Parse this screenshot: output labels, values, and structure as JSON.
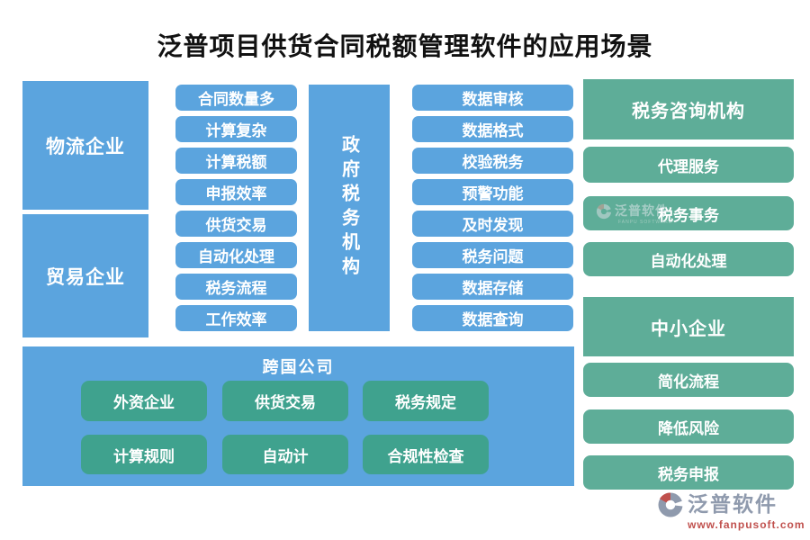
{
  "title": "泛普项目供货合同税额管理软件的应用场景",
  "colors": {
    "blue": "#5BA4DE",
    "green": "#5EAD98",
    "deep_green": "#3FA28E",
    "logo_gray": "#8F9AAD",
    "logo_red": "#C0504D"
  },
  "left_groups": [
    {
      "label": "物流企业",
      "items": [
        "合同数量多",
        "计算复杂",
        "计算税额",
        "申报效率"
      ]
    },
    {
      "label": "贸易企业",
      "items": [
        "供货交易",
        "自动化处理",
        "税务流程",
        "工作效率"
      ]
    }
  ],
  "center_block": {
    "label": "政府税务机构"
  },
  "center_items": [
    "数据审核",
    "数据格式",
    "校验税务",
    "预警功能",
    "及时发现",
    "税务问题",
    "数据存储",
    "数据查询"
  ],
  "right_groups": [
    {
      "label": "税务咨询机构",
      "items": [
        "代理服务",
        "税务事务",
        "自动化处理"
      ]
    },
    {
      "label": "中小企业",
      "items": [
        "简化流程",
        "降低风险",
        "税务申报"
      ]
    }
  ],
  "bottom_group": {
    "label": "跨国公司",
    "items": [
      "外资企业",
      "供货交易",
      "税务规定",
      "计算规则",
      "自动计",
      "合规性检查"
    ]
  },
  "watermark": {
    "brand": "泛普软件",
    "sub": "FANPU SOFTWARE"
  },
  "logo": {
    "brand": "泛普软件",
    "url": "www.fanpusoft.com"
  }
}
